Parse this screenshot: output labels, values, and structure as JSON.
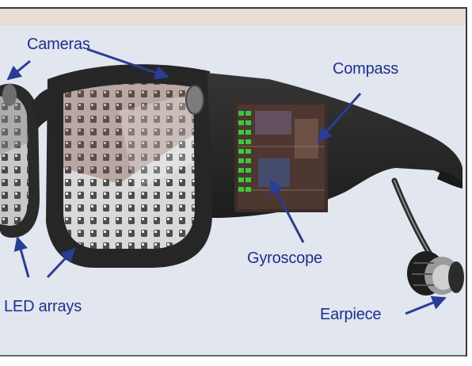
{
  "diagram": {
    "labels": {
      "cameras": "Cameras",
      "compass": "Compass",
      "gyroscope": "Gyroscope",
      "led_arrays": "LED arrays",
      "earpiece": "Earpiece"
    },
    "colors": {
      "background": "#e1e6ef",
      "top_band": "#e9dcd5",
      "frame": "#262626",
      "arrow": "#2a3d94",
      "label": "#1f2f8c",
      "led_green": "#3bc93b"
    }
  }
}
